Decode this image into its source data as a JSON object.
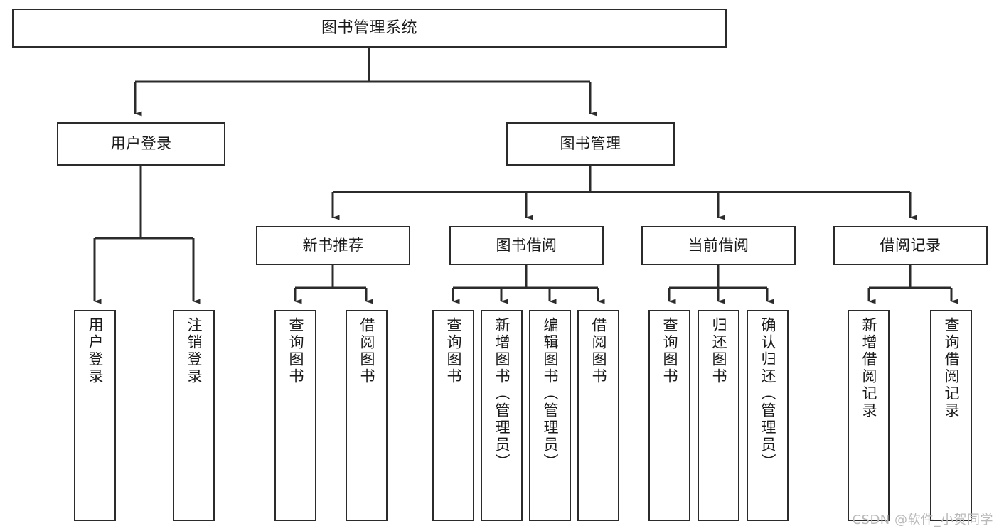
{
  "diagram": {
    "title": "图书管理系统",
    "type": "tree",
    "orientation": "top-down",
    "line_color": "#2b2b2b",
    "box_fill": "#ffffff",
    "text_color": "#1a1a1a"
  },
  "watermark": {
    "text": "CSDN @软件_小贺同学",
    "color": "#b9b9b9"
  },
  "nodes": {
    "root": {
      "label": "图书管理系统",
      "level": 1
    },
    "l2": [
      {
        "id": "user-login",
        "label": "用户登录",
        "level": 2
      },
      {
        "id": "book-manage",
        "label": "图书管理",
        "level": 2
      }
    ],
    "l3": [
      {
        "id": "new-book-rec",
        "label": "新书推荐",
        "level": 3
      },
      {
        "id": "book-borrow",
        "label": "图书借阅",
        "level": 3
      },
      {
        "id": "current-borrow",
        "label": "当前借阅",
        "level": 3
      },
      {
        "id": "borrow-record",
        "label": "借阅记录",
        "level": 3
      }
    ],
    "leaves": {
      "user-login": [
        {
          "id": "leaf-user-login",
          "label": "用户登录"
        },
        {
          "id": "leaf-logout",
          "label": "注销登录"
        }
      ],
      "new-book-rec": [
        {
          "id": "leaf-query-book-1",
          "label": "查询图书"
        },
        {
          "id": "leaf-borrow-book-1",
          "label": "借阅图书"
        }
      ],
      "book-borrow": [
        {
          "id": "leaf-query-book-2",
          "label": "查询图书"
        },
        {
          "id": "leaf-add-book",
          "label": "新增图书（管理员）"
        },
        {
          "id": "leaf-edit-book",
          "label": "编辑图书（管理员）"
        },
        {
          "id": "leaf-borrow-book-2",
          "label": "借阅图书"
        }
      ],
      "current-borrow": [
        {
          "id": "leaf-query-book-3",
          "label": "查询图书"
        },
        {
          "id": "leaf-return-book",
          "label": "归还图书"
        },
        {
          "id": "leaf-confirm-return",
          "label": "确认归还（管理员）"
        }
      ],
      "borrow-record": [
        {
          "id": "leaf-add-record",
          "label": "新增借阅记录"
        },
        {
          "id": "leaf-query-record",
          "label": "查询借阅记录"
        }
      ]
    }
  }
}
